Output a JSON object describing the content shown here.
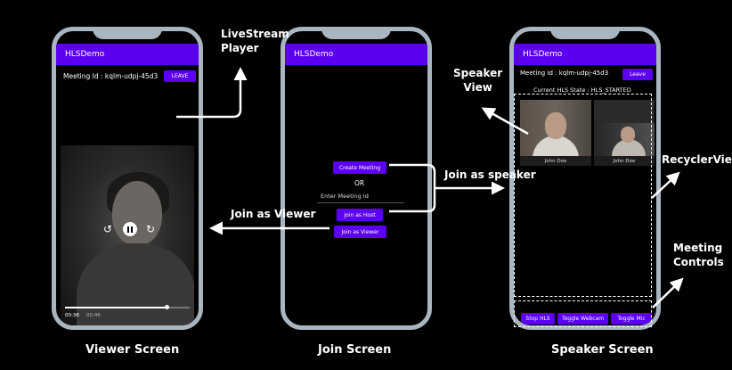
{
  "viewer": {
    "app_title": "HLSDemo",
    "meeting_id": "Meeting Id : kqlm-udpj-45d3",
    "leave_label": "LEAVE",
    "time_current": "00:38",
    "time_total": "00:46",
    "screen_label": "Viewer Screen"
  },
  "join": {
    "app_title": "HLSDemo",
    "create_meeting_label": "Create Meeting",
    "or_text": "OR",
    "meeting_id_placeholder": "Enter Meeting Id",
    "join_host_label": "Join as Host",
    "join_viewer_label": "Join as Viewer",
    "screen_label": "Join Screen"
  },
  "speaker": {
    "app_title": "HLSDemo",
    "meeting_id": "Meeting Id : kqlm-udpj-45d3",
    "leave_label": "Leave",
    "hls_state": "Current HLS State : HLS_STARTED",
    "participants": [
      "John Doe",
      "John Doe"
    ],
    "controls": [
      "Stop HLS",
      "Toggle Webcam",
      "Toggle Mic"
    ],
    "screen_label": "Speaker Screen"
  },
  "annotations": {
    "livestream_player": [
      "LiveStream",
      "Player"
    ],
    "join_as_viewer": "Join as Viewer",
    "join_as_speaker": "Join as speaker",
    "speaker_view": [
      "Speaker",
      "View"
    ],
    "recycler_view": "RecyclerView",
    "meeting_controls": [
      "Meeting",
      "Controls"
    ]
  },
  "colors": {
    "accent": "#5c00f2",
    "phone_frame": "#a9b5bf",
    "background": "#000000"
  },
  "icons": [
    "rewind-icon",
    "pause-icon",
    "forward-icon",
    "arrow-icon"
  ]
}
